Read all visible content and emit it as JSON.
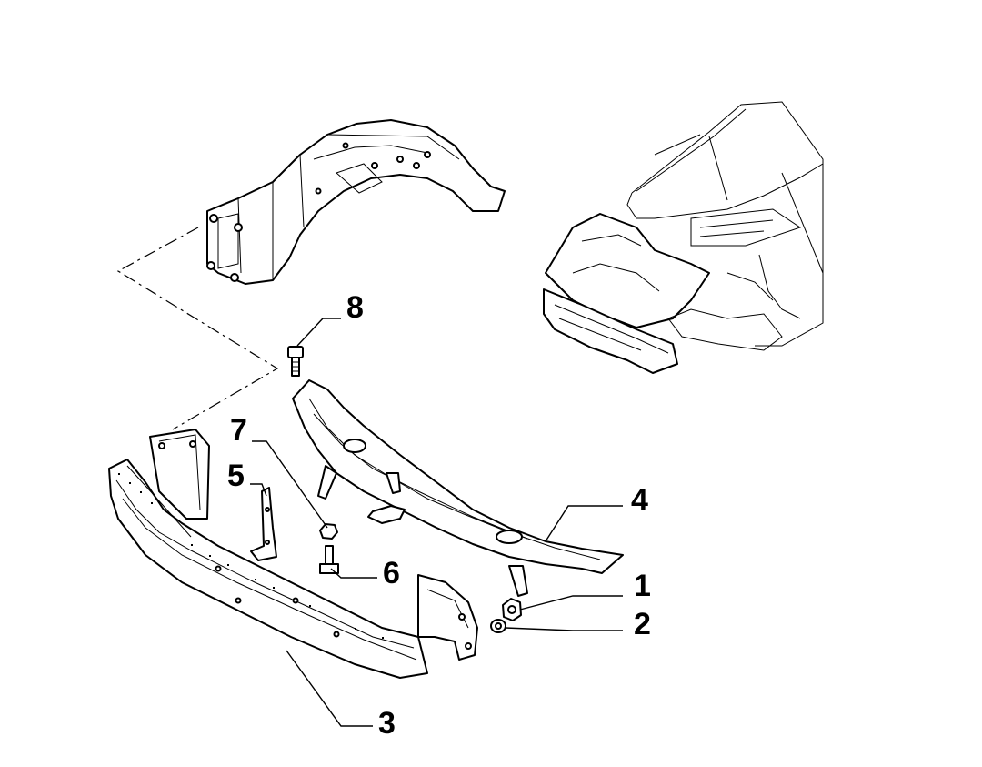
{
  "callouts": [
    {
      "id": "callout-1",
      "label": "1"
    },
    {
      "id": "callout-2",
      "label": "2"
    },
    {
      "id": "callout-3",
      "label": "3"
    },
    {
      "id": "callout-4",
      "label": "4"
    },
    {
      "id": "callout-5",
      "label": "5"
    },
    {
      "id": "callout-6",
      "label": "6"
    },
    {
      "id": "callout-7",
      "label": "7"
    },
    {
      "id": "callout-8",
      "label": "8"
    }
  ],
  "colors": {
    "line": "#000000",
    "background": "#ffffff"
  }
}
